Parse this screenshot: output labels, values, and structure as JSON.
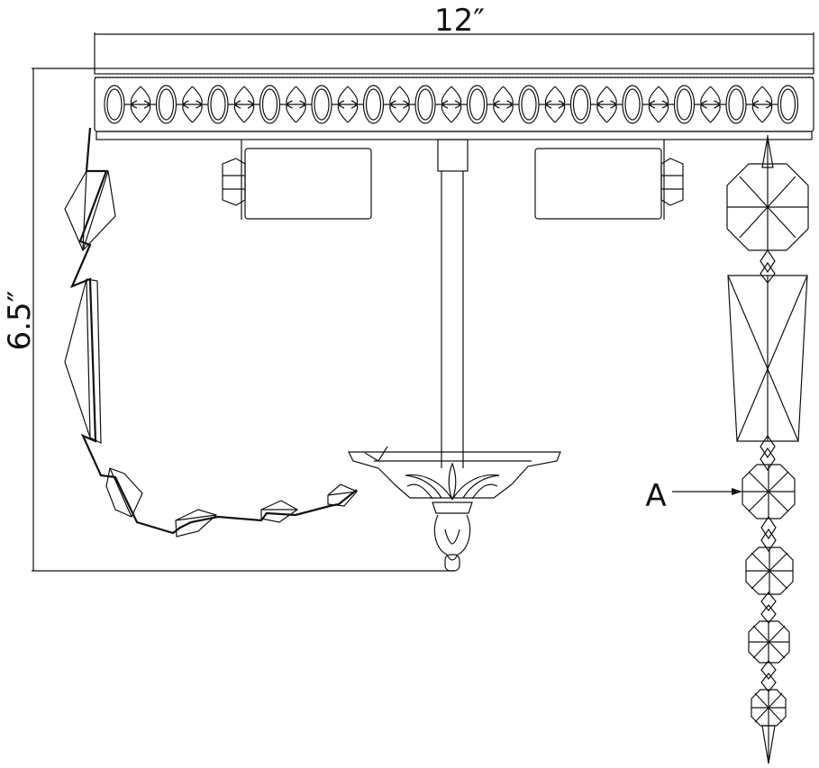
{
  "dimensions": {
    "width_label": "12″",
    "height_label": "6.5″"
  },
  "callouts": {
    "detail_label": "A"
  },
  "colors": {
    "ink": "#111111",
    "background": "#ffffff"
  }
}
